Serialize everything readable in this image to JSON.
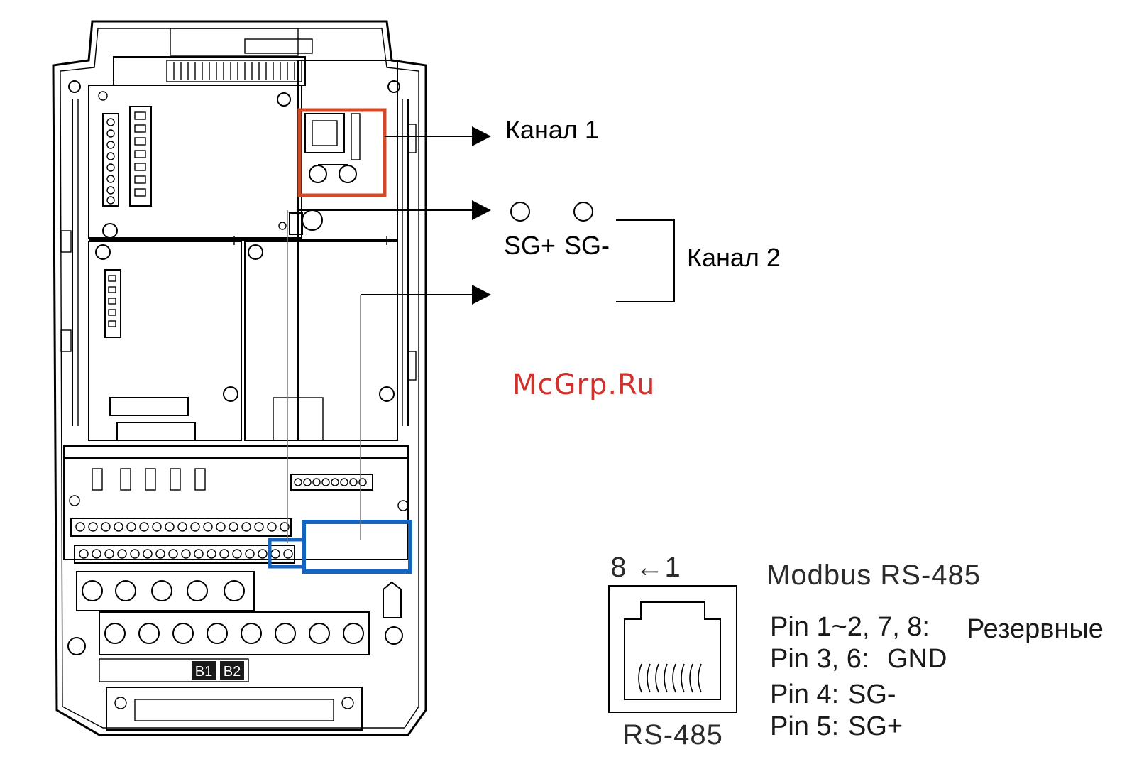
{
  "diagram": {
    "channel1_label": "Канал 1",
    "channel2_label": "Канал 2",
    "sg_plus_label": "SG+",
    "sg_minus_label": "SG-",
    "device_labels": {
      "b1": "B1",
      "b2": "B2"
    },
    "connector": {
      "pin_order": "8 ←1",
      "caption": "RS-485"
    },
    "pinout": {
      "title": "Modbus RS-485",
      "rows": [
        {
          "pins": "Pin 1~2, 7, 8:",
          "function": "Резервные"
        },
        {
          "pins": "Pin 3, 6:",
          "function": "GND"
        },
        {
          "pins": "Pin 4:",
          "function": "SG-"
        },
        {
          "pins": "Pin 5:",
          "function": "SG+"
        }
      ]
    },
    "watermark": "McGrp.Ru",
    "colors": {
      "channel1_highlight": "#d44a26",
      "channel2_highlight": "#1565c0",
      "watermark": "#d0312d"
    }
  }
}
